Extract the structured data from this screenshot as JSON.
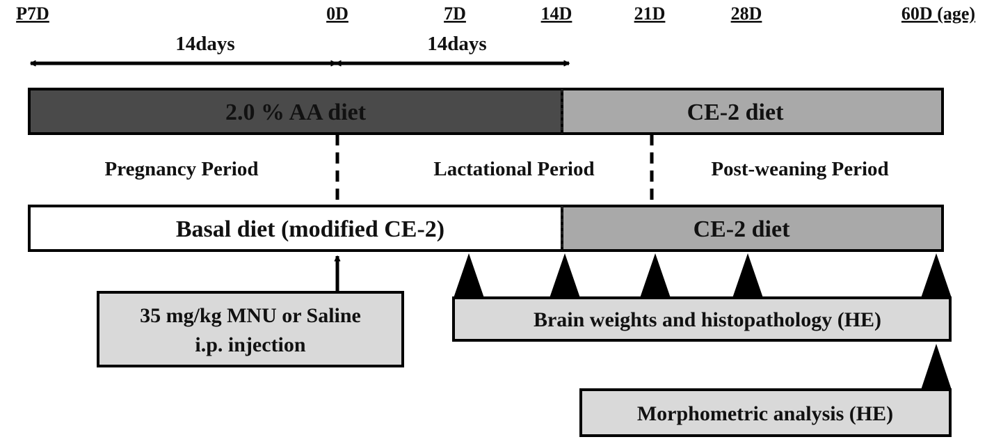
{
  "timeline": {
    "labels": [
      "P7D",
      "0D",
      "7D",
      "14D",
      "21D",
      "28D",
      "60D (age)"
    ],
    "spans": [
      "14days",
      "14days"
    ]
  },
  "maternal_diet": {
    "treatment": "2.0 % AA diet",
    "after_weaning": "CE-2  diet"
  },
  "periods": {
    "pregnancy": "Pregnancy Period",
    "lactation": "Lactational Period",
    "post_weaning": "Post-weaning Period"
  },
  "offspring_diet": {
    "basal": "Basal diet (modified CE-2)",
    "after_weaning": "CE-2 diet"
  },
  "injection": {
    "line1": "35 mg/kg MNU or Saline",
    "line2": "i.p. injection"
  },
  "endpoints": {
    "brain": "Brain weights and histopathology (HE)",
    "morphometric": "Morphometric analysis (HE)"
  },
  "colors": {
    "treatment_bar": "#4a4a4a",
    "ce2_bar": "#a9a9a9",
    "box_fill": "#d9d9d9",
    "line": "#000000"
  }
}
